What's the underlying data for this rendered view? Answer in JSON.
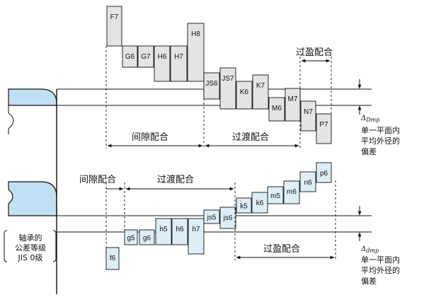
{
  "colors": {
    "hole": "#e4e4e4",
    "shaft": "#ddeef7",
    "bearing": "#bfe1f3",
    "line": "#111111"
  },
  "hole_blocks": [
    "F7",
    "G6",
    "G7",
    "H6",
    "H7",
    "H8",
    "JS6",
    "JS7",
    "K6",
    "K7",
    "M6",
    "M7",
    "N7",
    "P7"
  ],
  "shaft_blocks": [
    "f6",
    "g5",
    "g6",
    "h5",
    "h6",
    "h7",
    "js5",
    "js6",
    "k5",
    "k6",
    "m5",
    "m6",
    "n6",
    "p6"
  ],
  "upper": {
    "clearance": "间隙配合",
    "transition": "过渡配合",
    "interference": "过盈配合",
    "delta_symbol": "Δ",
    "delta_sub": "Dmp",
    "side_note": [
      "单一平面内",
      "平均外径的",
      "偏差"
    ]
  },
  "lower": {
    "clearance": "间隙配合",
    "transition": "过渡配合",
    "interference": "过盈配合",
    "delta_symbol": "Δ",
    "delta_sub": "dmp",
    "side_note": [
      "单一平面内",
      "平均外径的",
      "偏差"
    ]
  },
  "bearing_label": [
    "轴承的",
    "公差等级",
    "JIS 0级"
  ]
}
